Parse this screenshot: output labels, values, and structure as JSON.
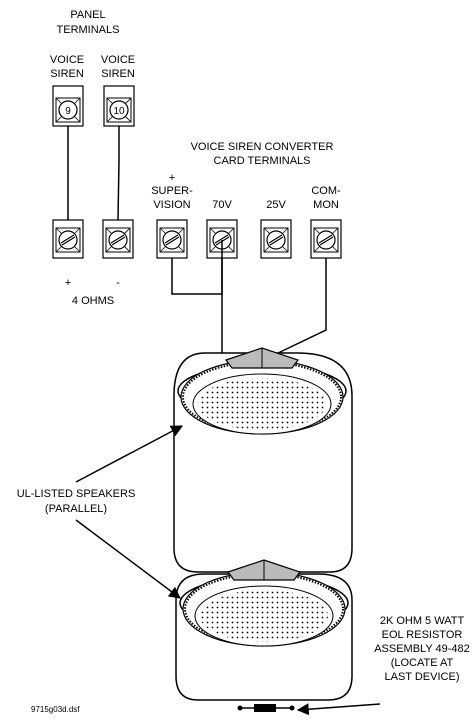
{
  "panel": {
    "header_line1": "PANEL",
    "header_line2": "TERMINALS",
    "siren_a_line1": "VOICE",
    "siren_a_line2": "SIREN",
    "siren_b_line1": "VOICE",
    "siren_b_line2": "SIREN",
    "terminal_a_number": "9",
    "terminal_b_number": "10"
  },
  "converter": {
    "header_line1": "VOICE SIREN CONVERTER",
    "header_line2": "CARD TERMINALS",
    "plus_sign": "+",
    "supervision_line1": "SUPER-",
    "supervision_line2": "VISION",
    "terminal_70v": "70V",
    "terminal_25v": "25V",
    "common_line1": "COM-",
    "common_line2": "MON"
  },
  "resistor_side": {
    "plus_label": "+",
    "minus_label": "-",
    "ohms_label": "4 OHMS"
  },
  "speakers": {
    "label_line1": "UL-LISTED SPEAKERS",
    "label_line2": "(PARALLEL)"
  },
  "eol": {
    "line1": "2K OHM 5 WATT",
    "line2": "EOL RESISTOR",
    "line3": "ASSEMBLY 49-482",
    "line4": "(LOCATE AT",
    "line5": "LAST DEVICE)"
  },
  "file_ref": "9715g03d.dsf"
}
